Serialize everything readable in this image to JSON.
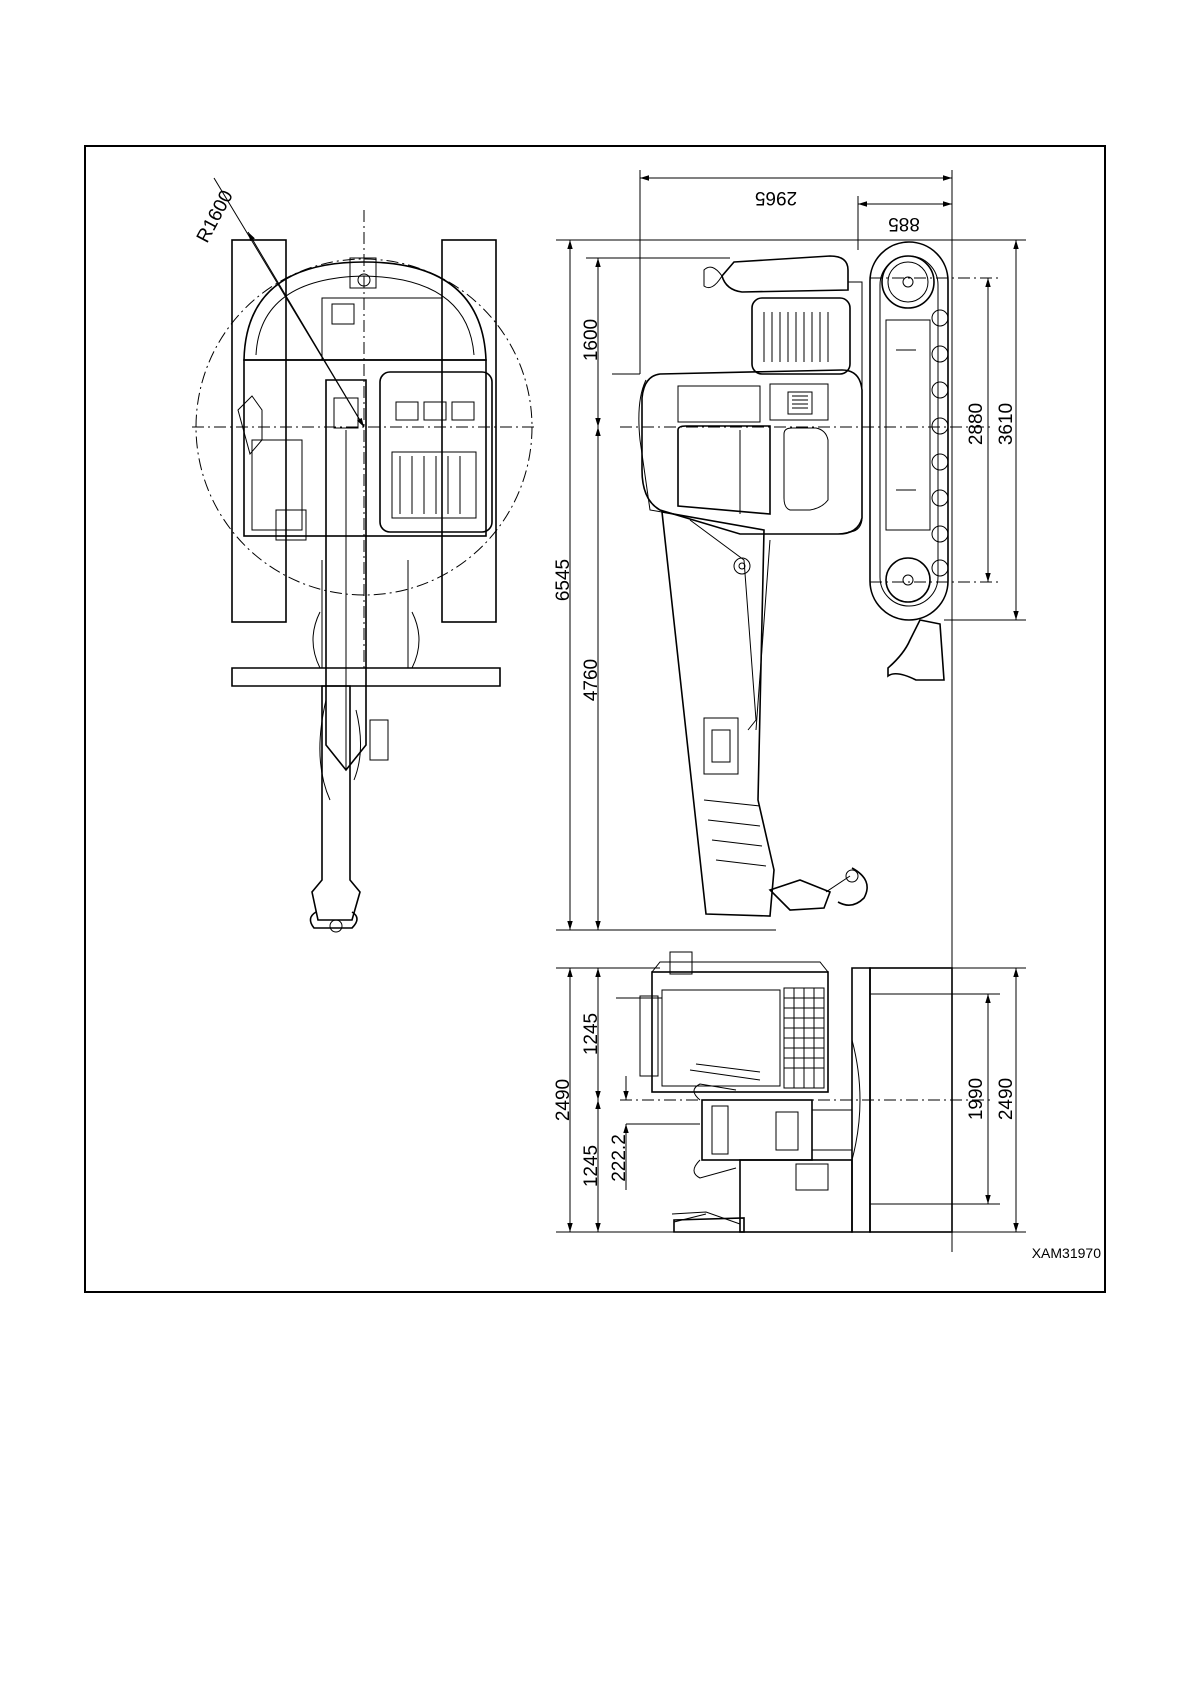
{
  "figure_code": "XAM31970",
  "dimensions": {
    "radius": "R1600",
    "overall_length_top": "2965",
    "track_offset": "885",
    "height_upper": "1600",
    "height_lower": "4760",
    "height_total": "6545",
    "track_length_inner": "2880",
    "track_length_outer": "3610",
    "width_upper": "1245",
    "width_lower": "1245",
    "width_total": "2490",
    "offset_small": "222.2",
    "track_gauge": "1990",
    "track_width_total": "2490"
  }
}
